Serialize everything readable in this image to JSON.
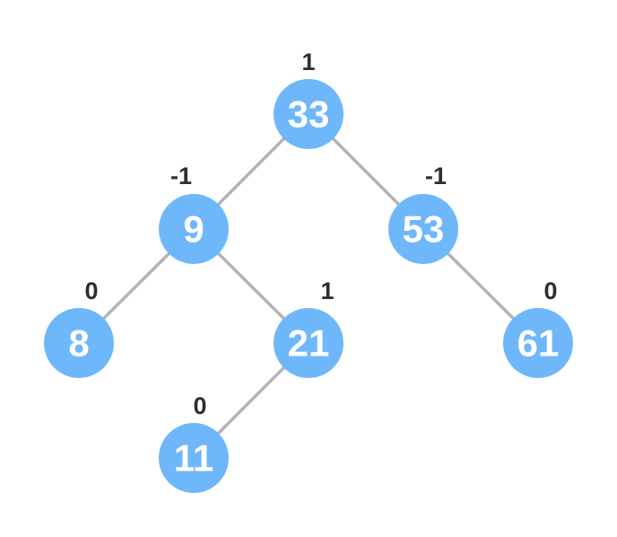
{
  "tree": {
    "nodes": [
      {
        "id": "n33",
        "value": "33",
        "balance": "1"
      },
      {
        "id": "n9",
        "value": "9",
        "balance": "-1"
      },
      {
        "id": "n53",
        "value": "53",
        "balance": "-1"
      },
      {
        "id": "n8",
        "value": "8",
        "balance": "0"
      },
      {
        "id": "n21",
        "value": "21",
        "balance": "1"
      },
      {
        "id": "n61",
        "value": "61",
        "balance": "0"
      },
      {
        "id": "n11",
        "value": "11",
        "balance": "0"
      }
    ],
    "edges": [
      {
        "from": "n33",
        "to": "n9"
      },
      {
        "from": "n33",
        "to": "n53"
      },
      {
        "from": "n9",
        "to": "n8"
      },
      {
        "from": "n9",
        "to": "n21"
      },
      {
        "from": "n53",
        "to": "n61"
      },
      {
        "from": "n21",
        "to": "n11"
      }
    ]
  },
  "colors": {
    "node_fill": "#6fb7fb",
    "node_text": "#ffffff",
    "edge": "#b3b3b3",
    "balance_text": "#2e2e2e"
  }
}
